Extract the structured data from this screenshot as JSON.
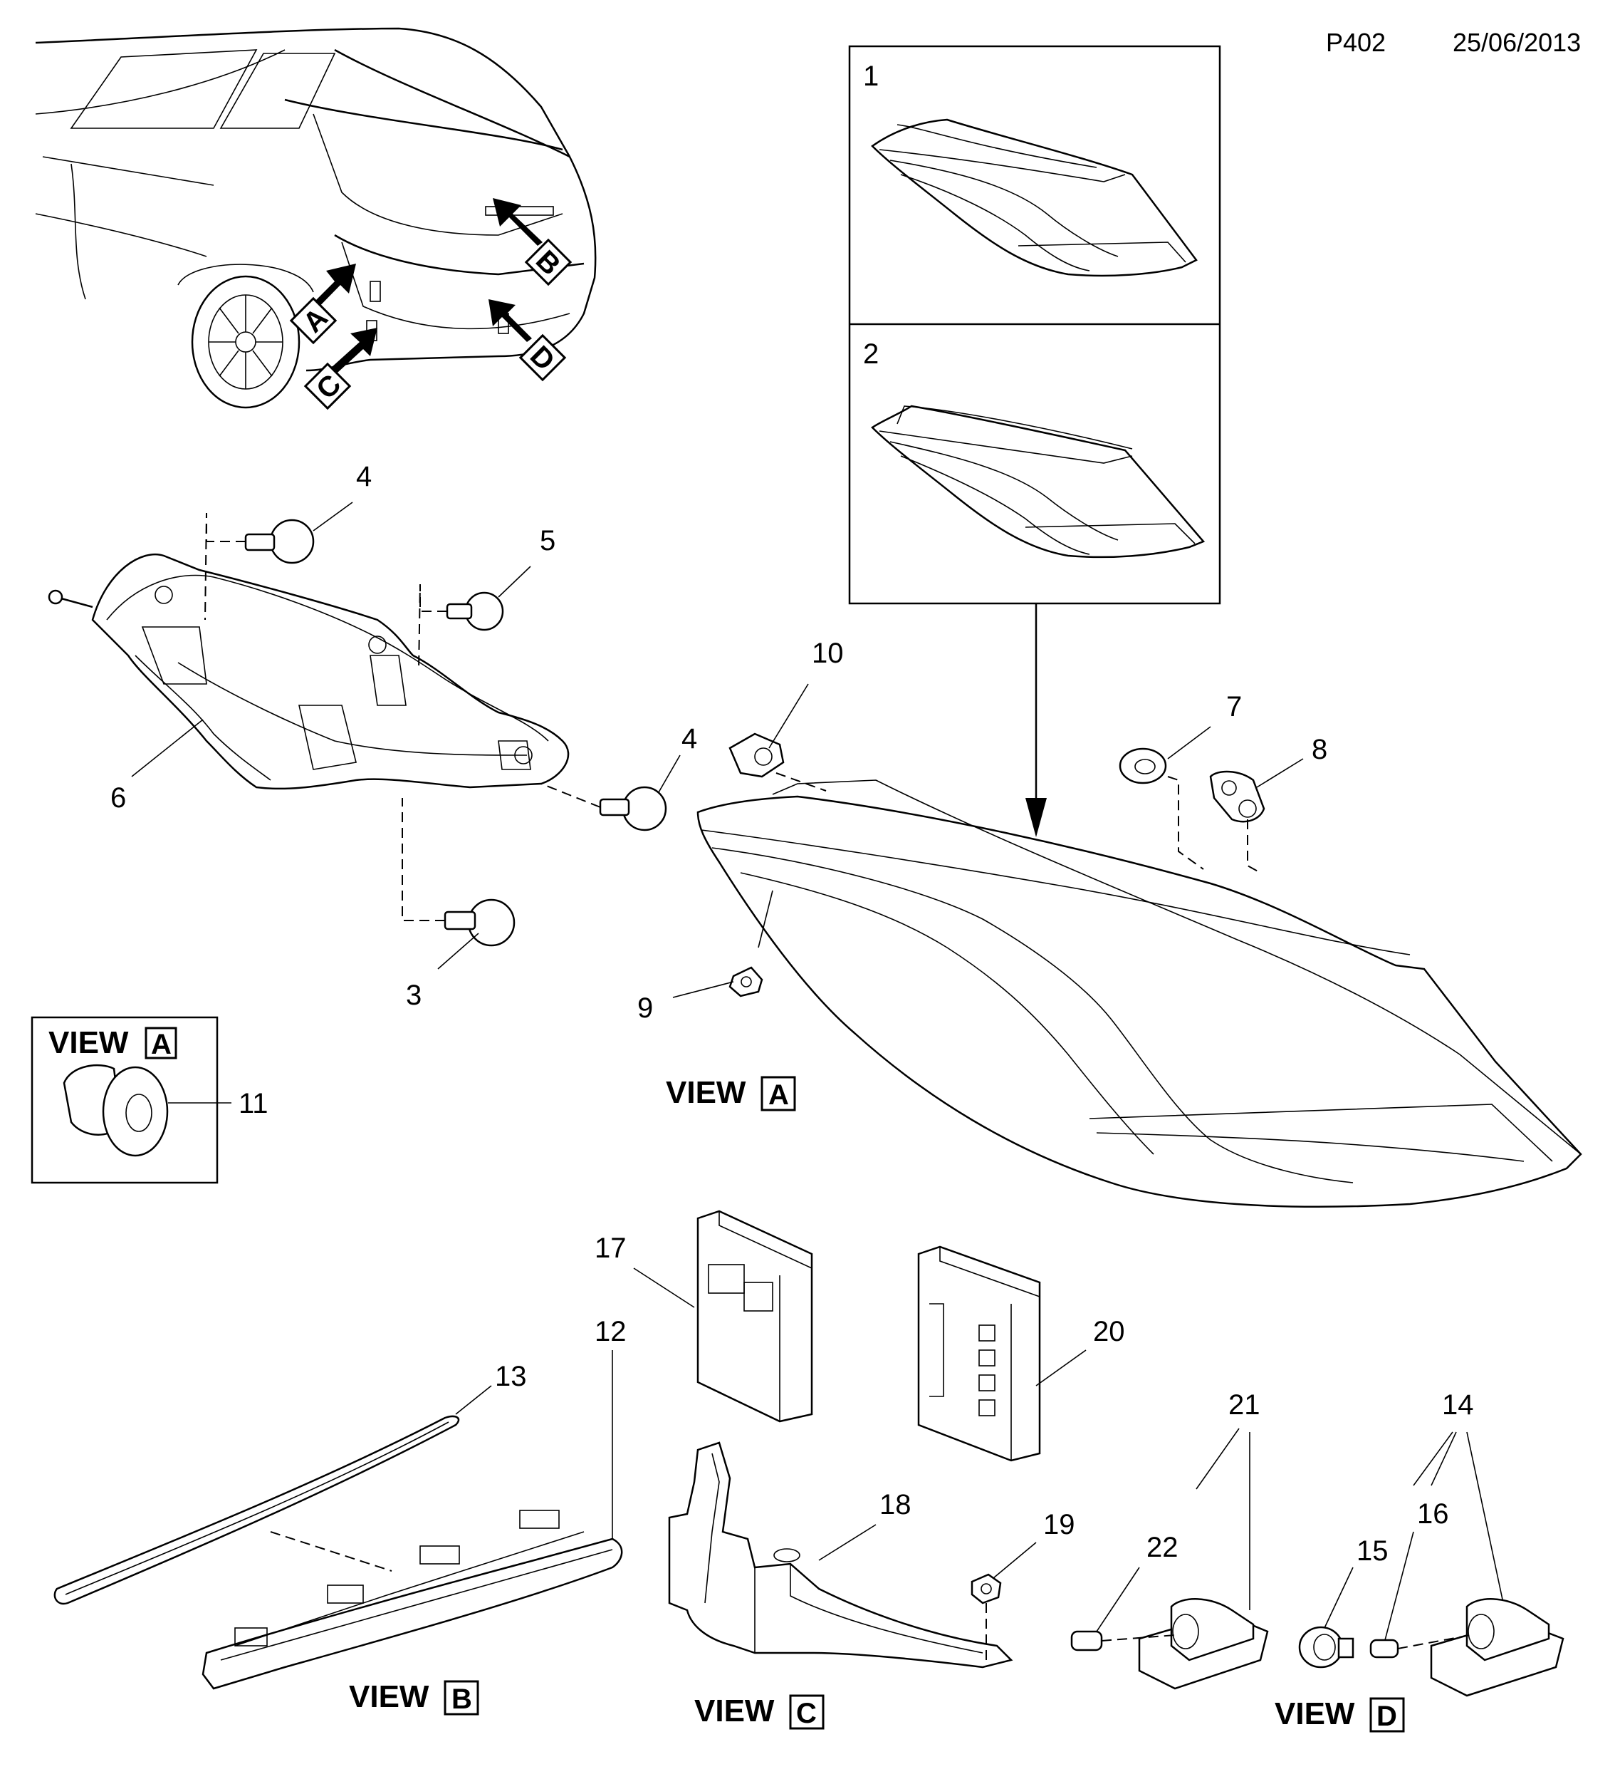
{
  "header": {
    "page_code": "P402",
    "date": "25/06/2013"
  },
  "callouts": {
    "c1": "1",
    "c2": "2",
    "c3": "3",
    "c4a": "4",
    "c4b": "4",
    "c5": "5",
    "c6": "6",
    "c7": "7",
    "c8": "8",
    "c9": "9",
    "c10": "10",
    "c11": "11",
    "c12": "12",
    "c13": "13",
    "c14": "14",
    "c15": "15",
    "c16": "16",
    "c17": "17",
    "c18": "18",
    "c19": "19",
    "c20": "20",
    "c21": "21",
    "c22": "22"
  },
  "car_arrows": {
    "a": "A",
    "b": "B",
    "c": "C",
    "d": "D"
  },
  "views": {
    "inset_a": {
      "word": "VIEW",
      "letter": "A"
    },
    "main_a": {
      "word": "VIEW",
      "letter": "A"
    },
    "b": {
      "word": "VIEW",
      "letter": "B"
    },
    "c": {
      "word": "VIEW",
      "letter": "C"
    },
    "d": {
      "word": "VIEW",
      "letter": "D"
    }
  },
  "icons": {
    "car": "car-rear-icon",
    "lamp": "tail-lamp-icon",
    "bulb": "bulb-icon",
    "module": "control-module-icon",
    "plate_lamp": "license-plate-lamp-icon"
  }
}
